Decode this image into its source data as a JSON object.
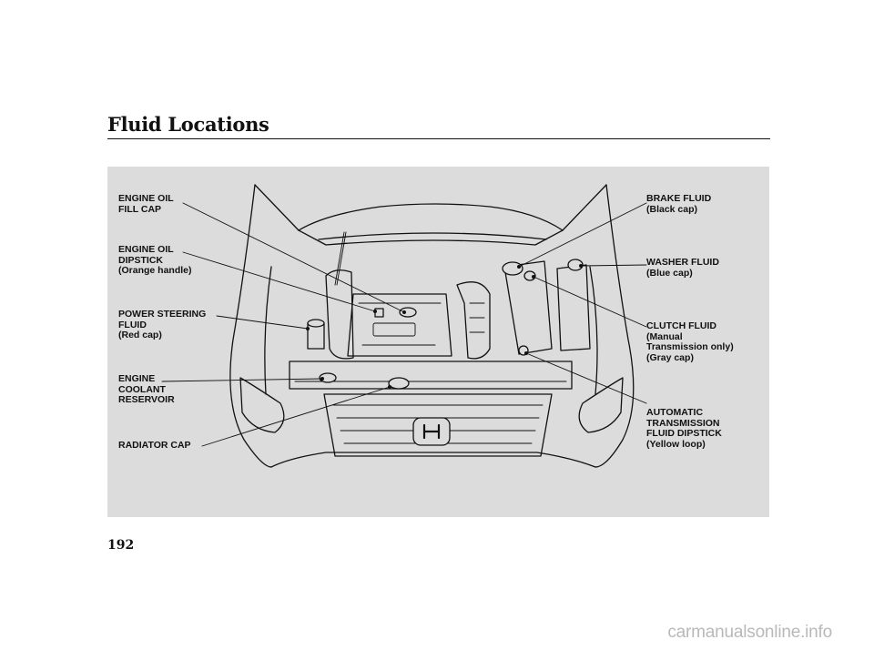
{
  "header": {
    "title": "Fluid Locations"
  },
  "callouts": {
    "engine_oil_fill_cap": {
      "lines": [
        "ENGINE OIL",
        "FILL CAP"
      ]
    },
    "engine_oil_dipstick": {
      "lines": [
        "ENGINE OIL",
        "DIPSTICK",
        "(Orange handle)"
      ]
    },
    "power_steering_fluid": {
      "lines": [
        "POWER STEERING",
        "FLUID",
        "(Red cap)"
      ]
    },
    "engine_coolant_reservoir": {
      "lines": [
        "ENGINE",
        "COOLANT",
        "RESERVOIR"
      ]
    },
    "radiator_cap": {
      "lines": [
        "RADIATOR CAP"
      ]
    },
    "brake_fluid": {
      "lines": [
        "BRAKE FLUID",
        "(Black cap)"
      ]
    },
    "washer_fluid": {
      "lines": [
        "WASHER FLUID",
        "(Blue cap)"
      ]
    },
    "clutch_fluid": {
      "lines": [
        "CLUTCH FLUID",
        "(Manual",
        "Transmission only)",
        "(Gray cap)"
      ]
    },
    "atf_dipstick": {
      "lines": [
        "AUTOMATIC",
        "TRANSMISSION",
        "FLUID DIPSTICK",
        "(Yellow loop)"
      ]
    }
  },
  "footer": {
    "page_number": "192",
    "watermark": "carmanualsonline.info"
  },
  "colors": {
    "figure_background": "#dcdcdc",
    "line_art": "#111111",
    "watermark": "#b9b9b9"
  }
}
